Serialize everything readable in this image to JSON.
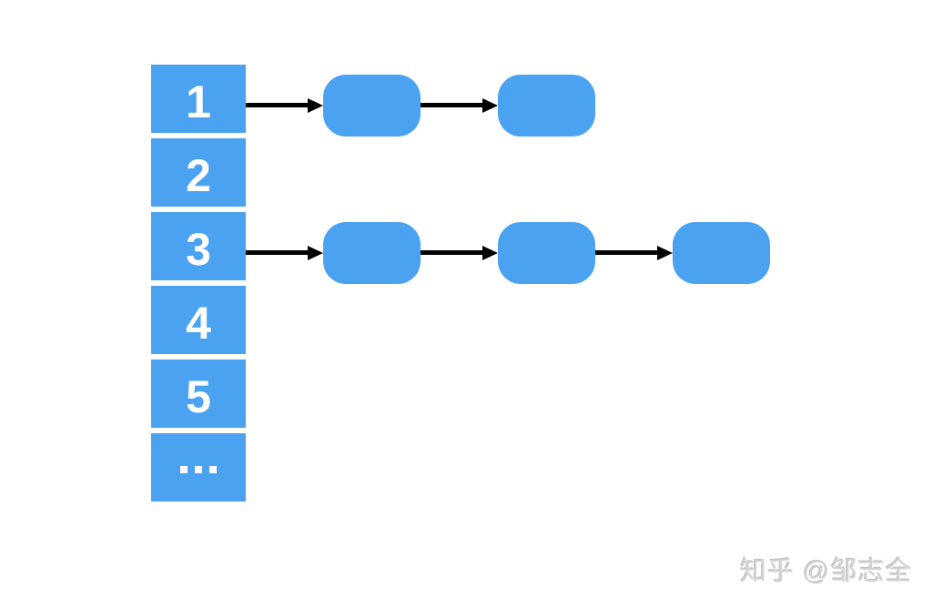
{
  "diagram": {
    "type": "hash-table-with-linked-list-chains",
    "buckets": [
      {
        "label": "1",
        "chain_length": 2,
        "ellipsis": false
      },
      {
        "label": "2",
        "chain_length": 0,
        "ellipsis": false
      },
      {
        "label": "3",
        "chain_length": 3,
        "ellipsis": false
      },
      {
        "label": "4",
        "chain_length": 0,
        "ellipsis": false
      },
      {
        "label": "5",
        "chain_length": 0,
        "ellipsis": false
      },
      {
        "label": "...",
        "chain_length": 0,
        "ellipsis": true
      }
    ],
    "colors": {
      "bucket_fill": "#4aa2f0",
      "node_fill": "#4aa2f0",
      "label_text": "#ffffff",
      "arrow": "#000000",
      "background": "#ffffff"
    }
  },
  "watermark": {
    "text": "知乎 @邹志全"
  }
}
